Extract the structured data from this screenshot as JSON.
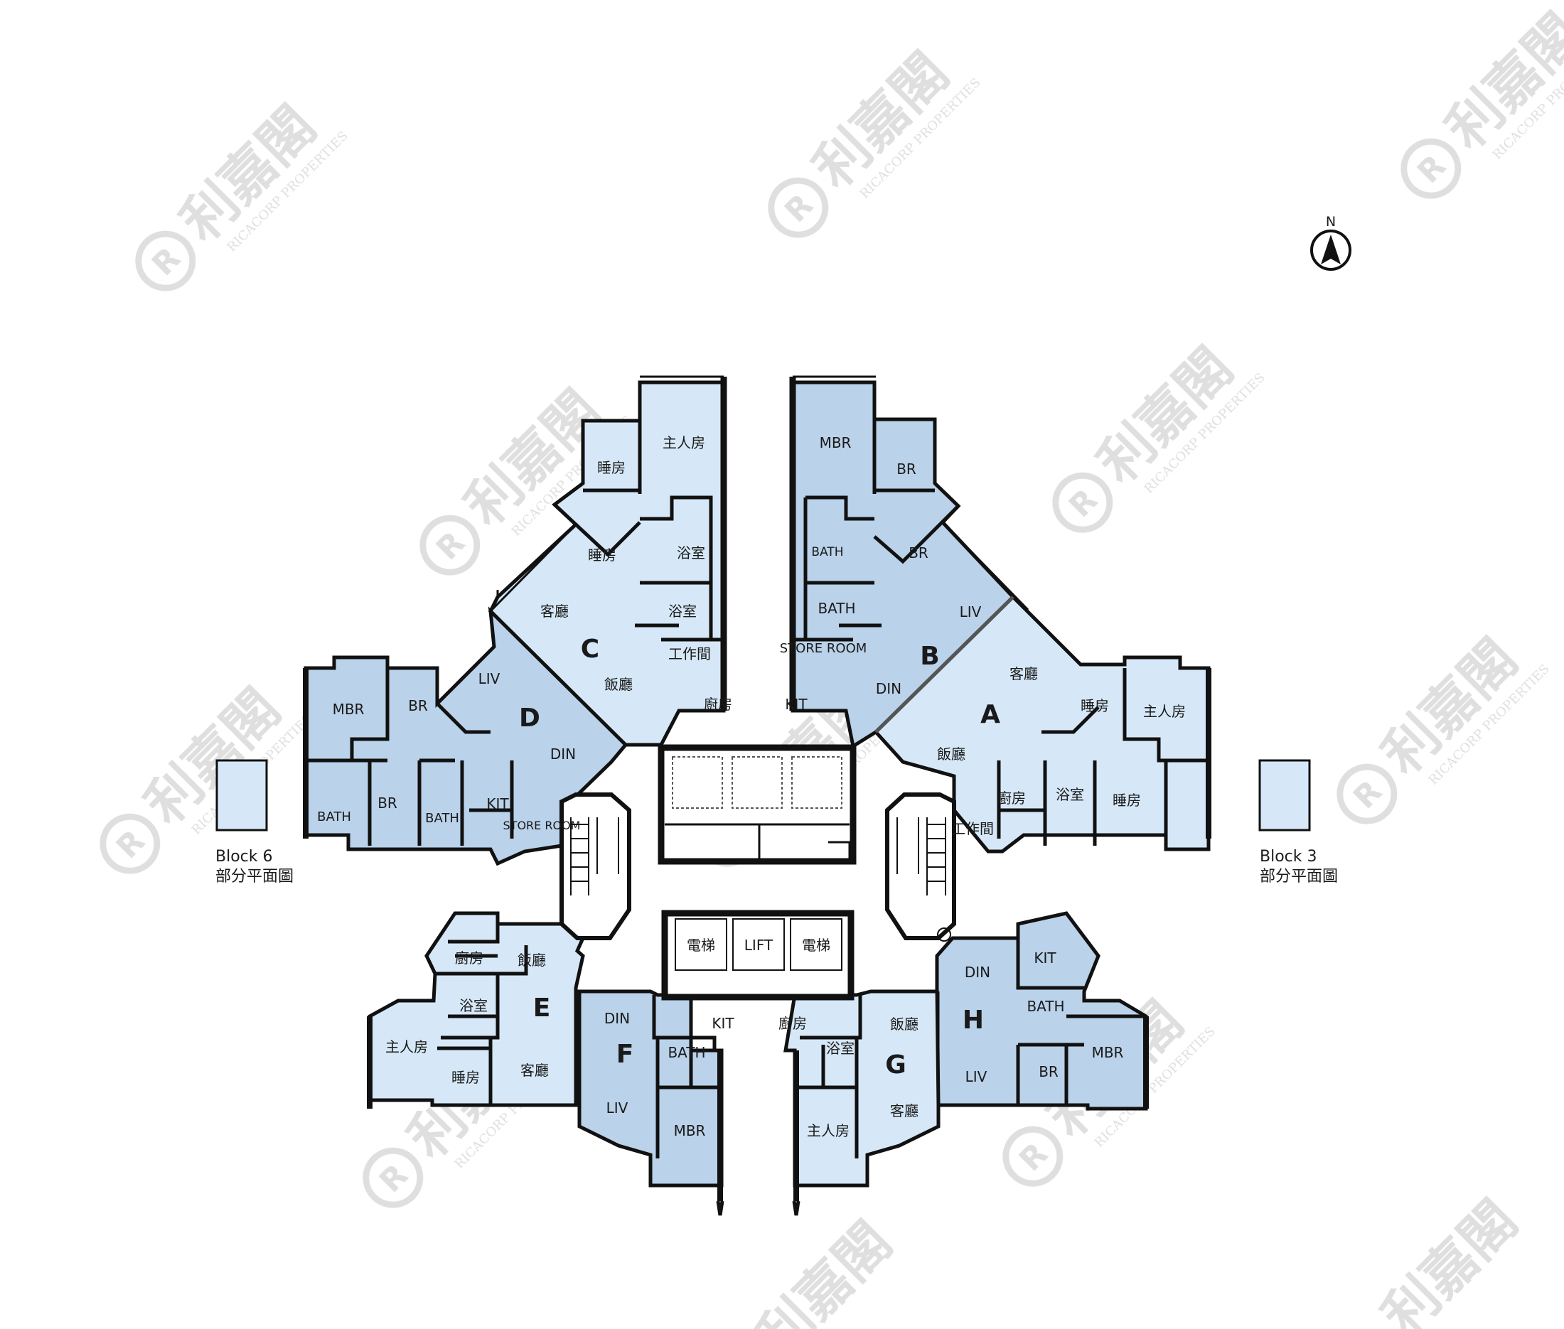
{
  "north": "N",
  "watermark": {
    "brand": "利嘉閣",
    "sub": "RICACORP PROPERTIES",
    "symbol": "R"
  },
  "partials": {
    "block6": {
      "line1": "Block 6",
      "line2": "部分平面圖"
    },
    "block3": {
      "line1": "Block 3",
      "line2": "部分平面圖"
    }
  },
  "units": {
    "a": {
      "letter": "A",
      "rooms": {
        "liv": "客廳",
        "din": "飯廳",
        "br": "睡房",
        "mbr": "主人房",
        "kit": "廚房",
        "bath": "浴室",
        "work": "工作間"
      }
    },
    "b": {
      "letter": "B",
      "rooms": {
        "liv": "LIV",
        "din": "DIN",
        "mbr": "MBR",
        "br1": "BR",
        "br2": "BR",
        "bath1": "BATH",
        "bath2": "BATH",
        "store": "STORE ROOM",
        "kit": "KIT"
      }
    },
    "c": {
      "letter": "C",
      "rooms": {
        "liv": "客廳",
        "din": "飯廳",
        "mbr": "主人房",
        "br1": "睡房",
        "br2": "睡房",
        "bath1": "浴室",
        "bath2": "浴室",
        "work": "工作間",
        "kit": "廚房"
      }
    },
    "d": {
      "letter": "D",
      "rooms": {
        "liv": "LIV",
        "din": "DIN",
        "mbr": "MBR",
        "br1": "BR",
        "br2": "BR",
        "bath1": "BATH",
        "bath2": "BATH",
        "kit": "KIT",
        "store": "STORE ROOM"
      }
    },
    "e": {
      "letter": "E",
      "rooms": {
        "kit": "廚房",
        "din": "飯廳",
        "bath": "浴室",
        "mbr": "主人房",
        "br": "睡房",
        "liv": "客廳"
      }
    },
    "f": {
      "letter": "F",
      "rooms": {
        "din": "DIN",
        "kit": "KIT",
        "bath": "BATH",
        "liv": "LIV",
        "mbr": "MBR"
      }
    },
    "g": {
      "letter": "G",
      "rooms": {
        "kit": "廚房",
        "bath": "浴室",
        "din": "飯廳",
        "mbr": "主人房",
        "liv": "客廳"
      }
    },
    "h": {
      "letter": "H",
      "rooms": {
        "din": "DIN",
        "kit": "KIT",
        "bath": "BATH",
        "mbr": "MBR",
        "br": "BR",
        "liv": "LIV"
      }
    }
  },
  "lifts": [
    "電梯",
    "LIFT",
    "電梯"
  ],
  "colors": {
    "light": "#d6e8f7",
    "dark": "#bad2ea",
    "wall": "#111111",
    "watermark": "#dcdcdc"
  }
}
